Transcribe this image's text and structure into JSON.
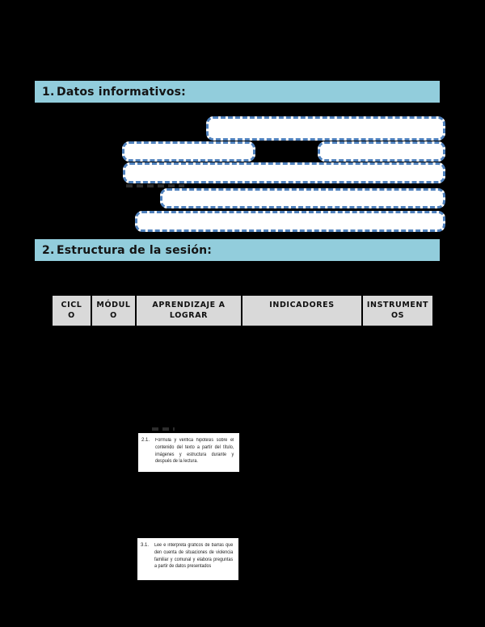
{
  "colors": {
    "page_bg": "#000000",
    "section_band_bg": "#92cddc",
    "section_text": "#141414",
    "dashed_field_border": "#4f81bd",
    "dashed_field_bg": "#ffffff",
    "table_header_bg": "#d9d9d9",
    "table_border": "#000000",
    "note_bg": "#ffffff",
    "note_text": "#1a1a1a"
  },
  "sections": [
    {
      "number": "1.",
      "title": "Datos informativos:"
    },
    {
      "number": "2.",
      "title": "Estructura de la sesión:"
    }
  ],
  "table": {
    "columns": [
      {
        "label": "CICLO",
        "lines": [
          "CICL",
          "O"
        ]
      },
      {
        "label": "MÓDULO",
        "lines": [
          "MÓDUL",
          "O"
        ]
      },
      {
        "label": "APRENDIZAJE A LOGRAR",
        "lines": [
          "APRENDIZAJE A",
          "LOGRAR"
        ]
      },
      {
        "label": "INDICADORES",
        "lines": [
          "INDICADORES"
        ]
      },
      {
        "label": "INSTRUMENTOS",
        "lines": [
          "INSTRUMENT",
          "OS"
        ]
      }
    ]
  },
  "indicators": [
    {
      "number": "2.1.",
      "text": "Formula y verifica hipótesis sobre el contenido del texto a partir del título, imágenes y estructura durante y después de la lectura."
    },
    {
      "number": "3.1.",
      "text": "Lee e interpreta gráficos de barras que den cuenta de situaciones de violencia familiar y comunal y elabora preguntas a partir de datos presentados"
    }
  ]
}
